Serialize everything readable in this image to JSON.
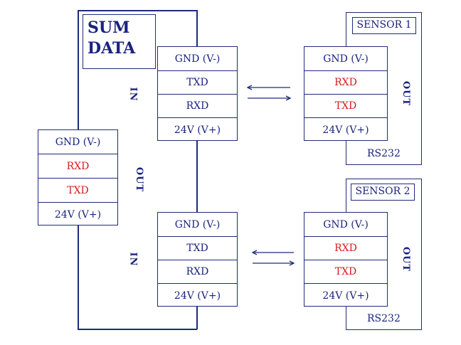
{
  "sum_data": {
    "line1": "SUM",
    "line2": "DATA"
  },
  "pins": {
    "gnd": "GND (V-)",
    "txd": "TXD",
    "rxd": "RXD",
    "v24": "24V (V+)"
  },
  "labels": {
    "in": "IN",
    "out": "OUT",
    "rs232": "RS232"
  },
  "sensors": [
    {
      "name": "SENSOR 1"
    },
    {
      "name": "SENSOR 2"
    }
  ],
  "colors": {
    "line": "#1f2b7a",
    "text": "#1a237e",
    "signal": "#d81b1b"
  }
}
